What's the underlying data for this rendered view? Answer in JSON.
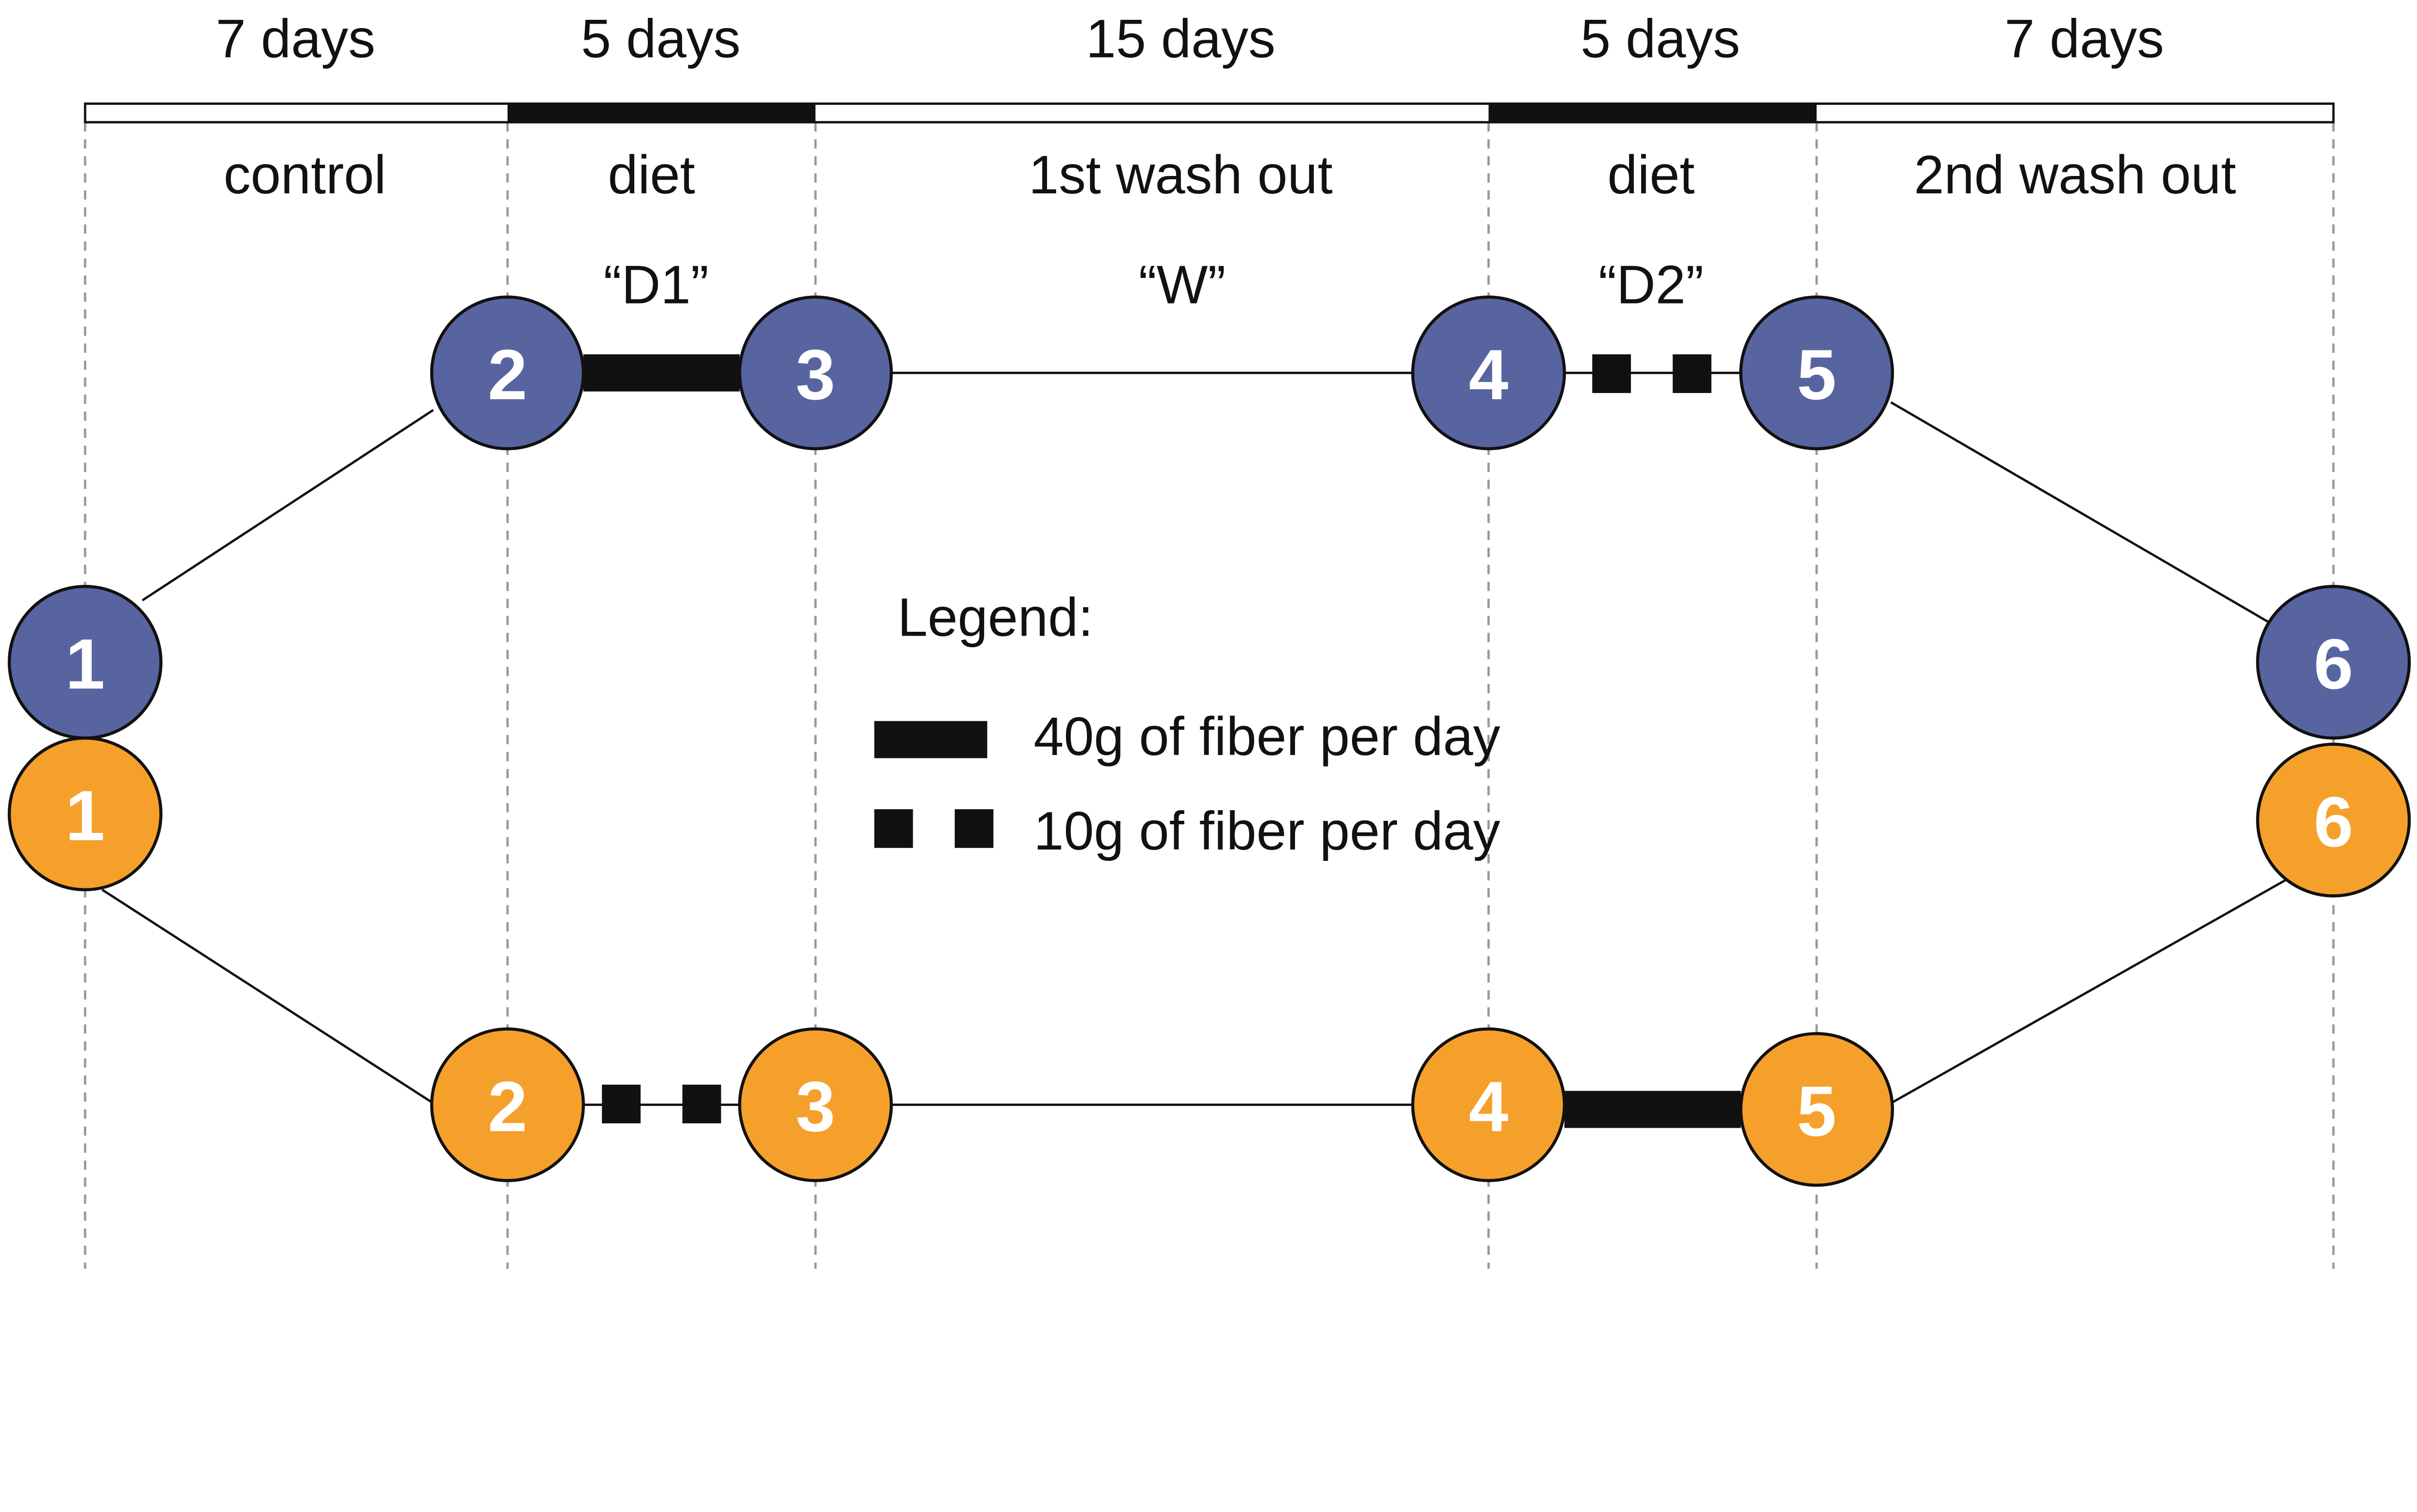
{
  "colors": {
    "group_a": "#5864A0",
    "group_b": "#F6A02C",
    "line": "#111111",
    "divider": "#999999"
  },
  "periods": [
    {
      "duration": "7 days",
      "phase": "control",
      "code": ""
    },
    {
      "duration": "5 days",
      "phase": "diet",
      "code": "“D1”"
    },
    {
      "duration": "15 days",
      "phase": "1st wash out",
      "code": "“W”"
    },
    {
      "duration": "5 days",
      "phase": "diet",
      "code": "“D2”"
    },
    {
      "duration": "7 days",
      "phase": "2nd wash out",
      "code": ""
    }
  ],
  "nodes": [
    "1",
    "2",
    "3",
    "4",
    "5",
    "6"
  ],
  "legend": {
    "title": "Legend:",
    "items": [
      {
        "style": "solid-thick",
        "label": "40g of fiber per day"
      },
      {
        "style": "squares",
        "label": "10g of fiber per day"
      }
    ]
  }
}
